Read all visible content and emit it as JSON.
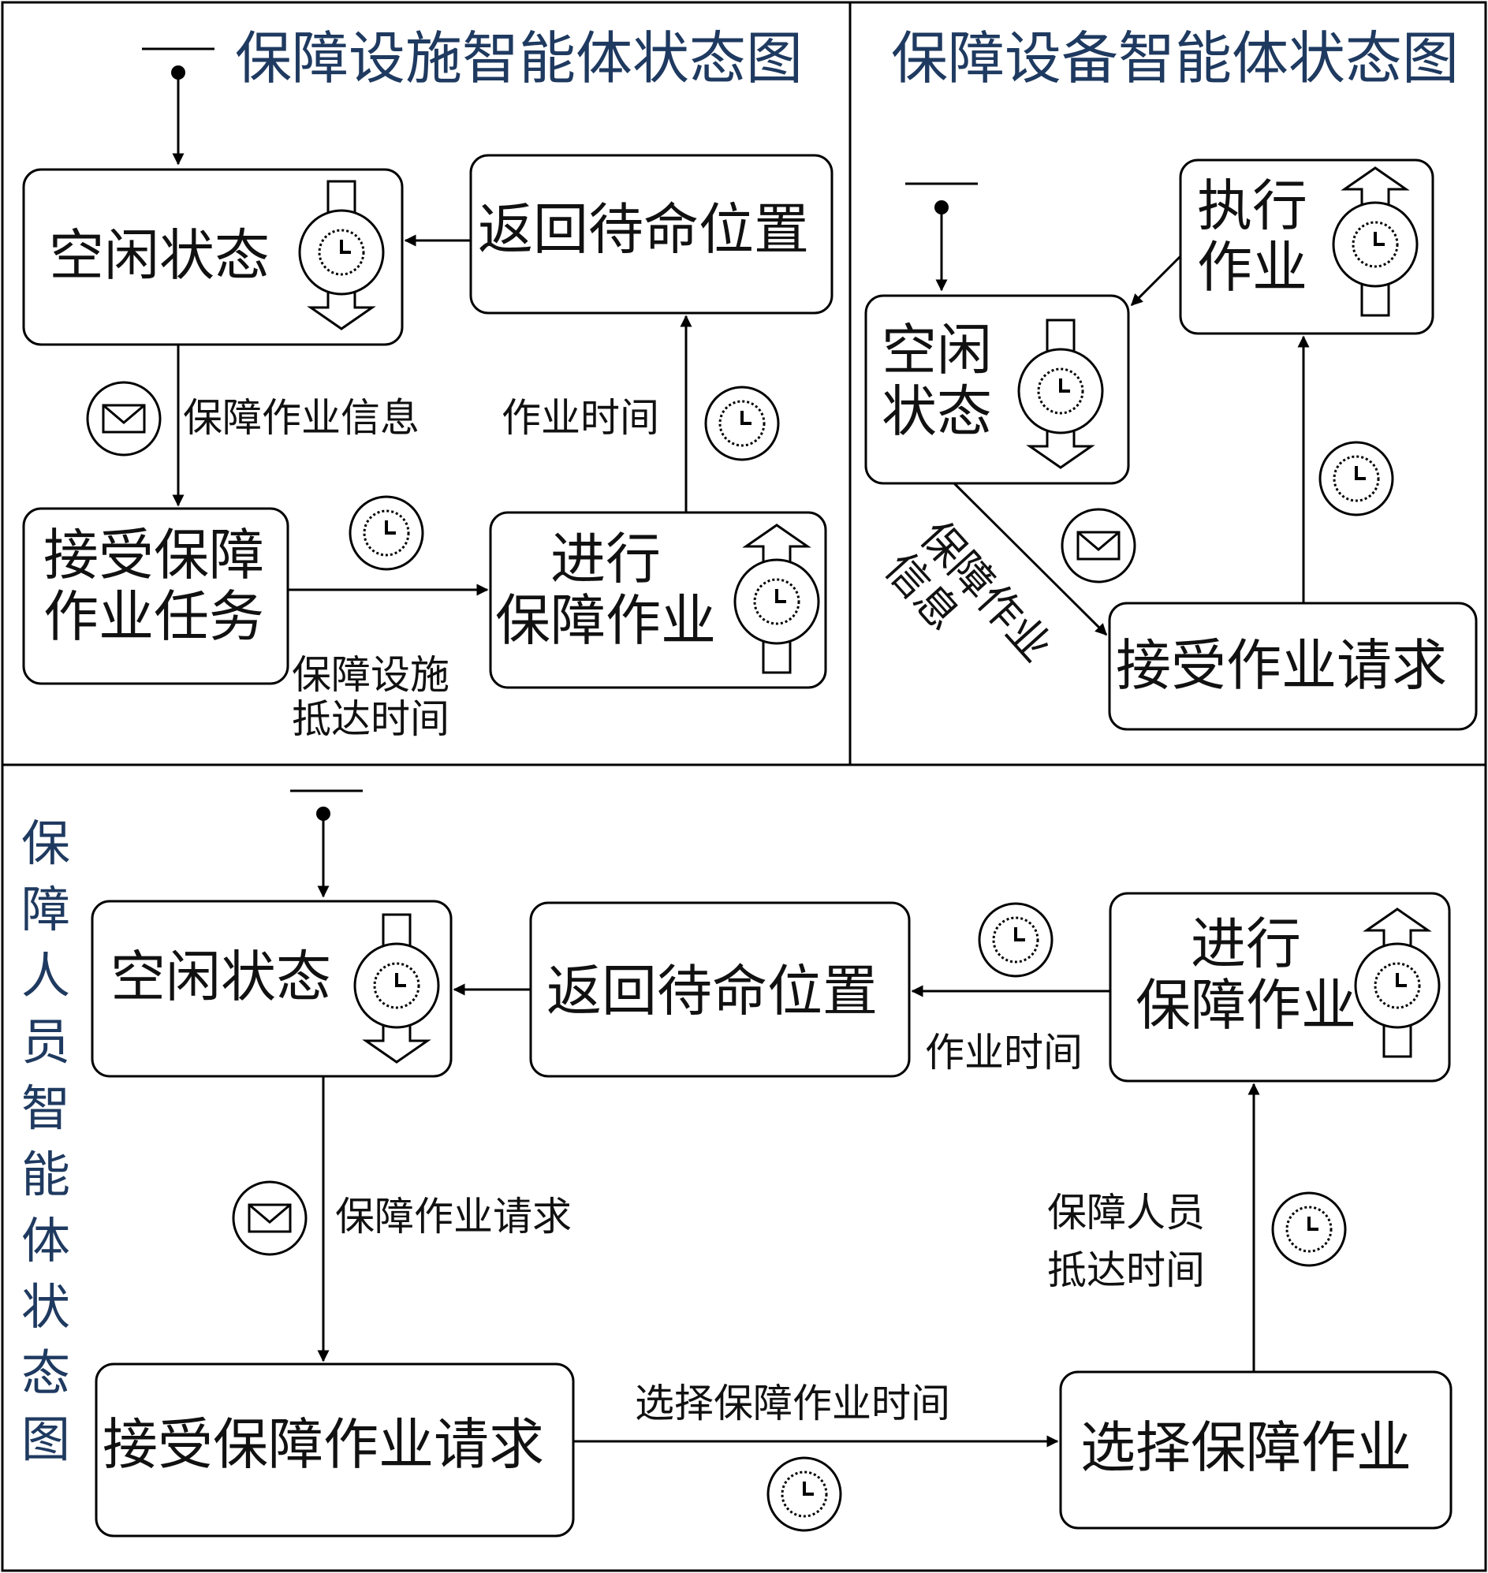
{
  "diagram": {
    "facility": {
      "title": "保障设施智能体状态图",
      "states": {
        "idle": "空闲状态",
        "return": "返回待命位置",
        "accept": "接受保障\n作业任务",
        "perform": "进行\n保障作业"
      },
      "edges": {
        "info": "保障作业信息",
        "work_time": "作业时间",
        "arrival_time": "保障设施\n抵达时间"
      }
    },
    "equipment": {
      "title": "保障设备智能体状态图",
      "states": {
        "idle": "空闲\n状态",
        "execute": "执行\n作业",
        "accept": "接受作业请求"
      },
      "edges": {
        "info": "保障作业\n信息"
      }
    },
    "personnel": {
      "title": "保障人员智能体状态图",
      "states": {
        "idle": "空闲状态",
        "return": "返回待命位置",
        "perform": "进行\n保障作业",
        "accept": "接受保障作业请求",
        "select": "选择保障作业"
      },
      "edges": {
        "request": "保障作业请求",
        "work_time": "作业时间",
        "arrival_time": "保障人员\n抵达时间",
        "select_time": "选择保障作业时间"
      }
    },
    "icons": {
      "initial": "initial-state-icon",
      "message": "envelope-icon",
      "timer": "clock-icon",
      "entry": "down-arrow-clock-icon",
      "exit": "up-arrow-clock-icon"
    },
    "colors": {
      "title": "#1f3a60",
      "line": "#000000"
    }
  }
}
